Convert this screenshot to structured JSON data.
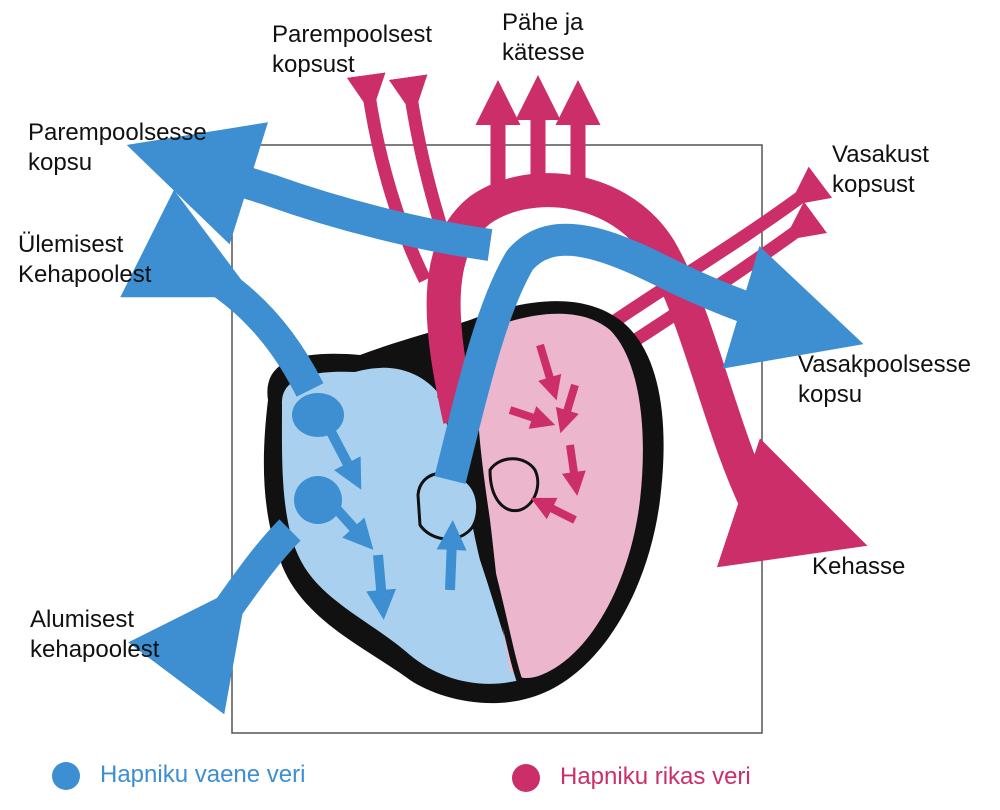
{
  "colors": {
    "oxygen_poor": "#3d8fd1",
    "oxygen_rich": "#cc2e6a",
    "right_heart_fill": "#a9d1ef",
    "left_heart_fill": "#ecb6cc",
    "outline": "#111111",
    "frame": "#555555"
  },
  "labels": {
    "to_right_lung": "Parempoolsesse\nkopsu",
    "from_upper_body": "Ülemisest\nKehapoolest",
    "from_lower_body": "Alumisest\nkehapoolest",
    "from_right_lung": "Parempoolsest\nkopsust",
    "to_head_arms": "Pähe ja\nkätesse",
    "from_left_lung": "Vasakust\nkopsust",
    "to_left_lung": "Vasakpoolsesse\nkopsu",
    "to_body": "Kehasse"
  },
  "legend": {
    "poor": {
      "label": "Hapniku vaene veri",
      "icon": "blue-circle-icon"
    },
    "rich": {
      "label": "Hapniku rikas veri",
      "icon": "magenta-circle-icon"
    }
  }
}
